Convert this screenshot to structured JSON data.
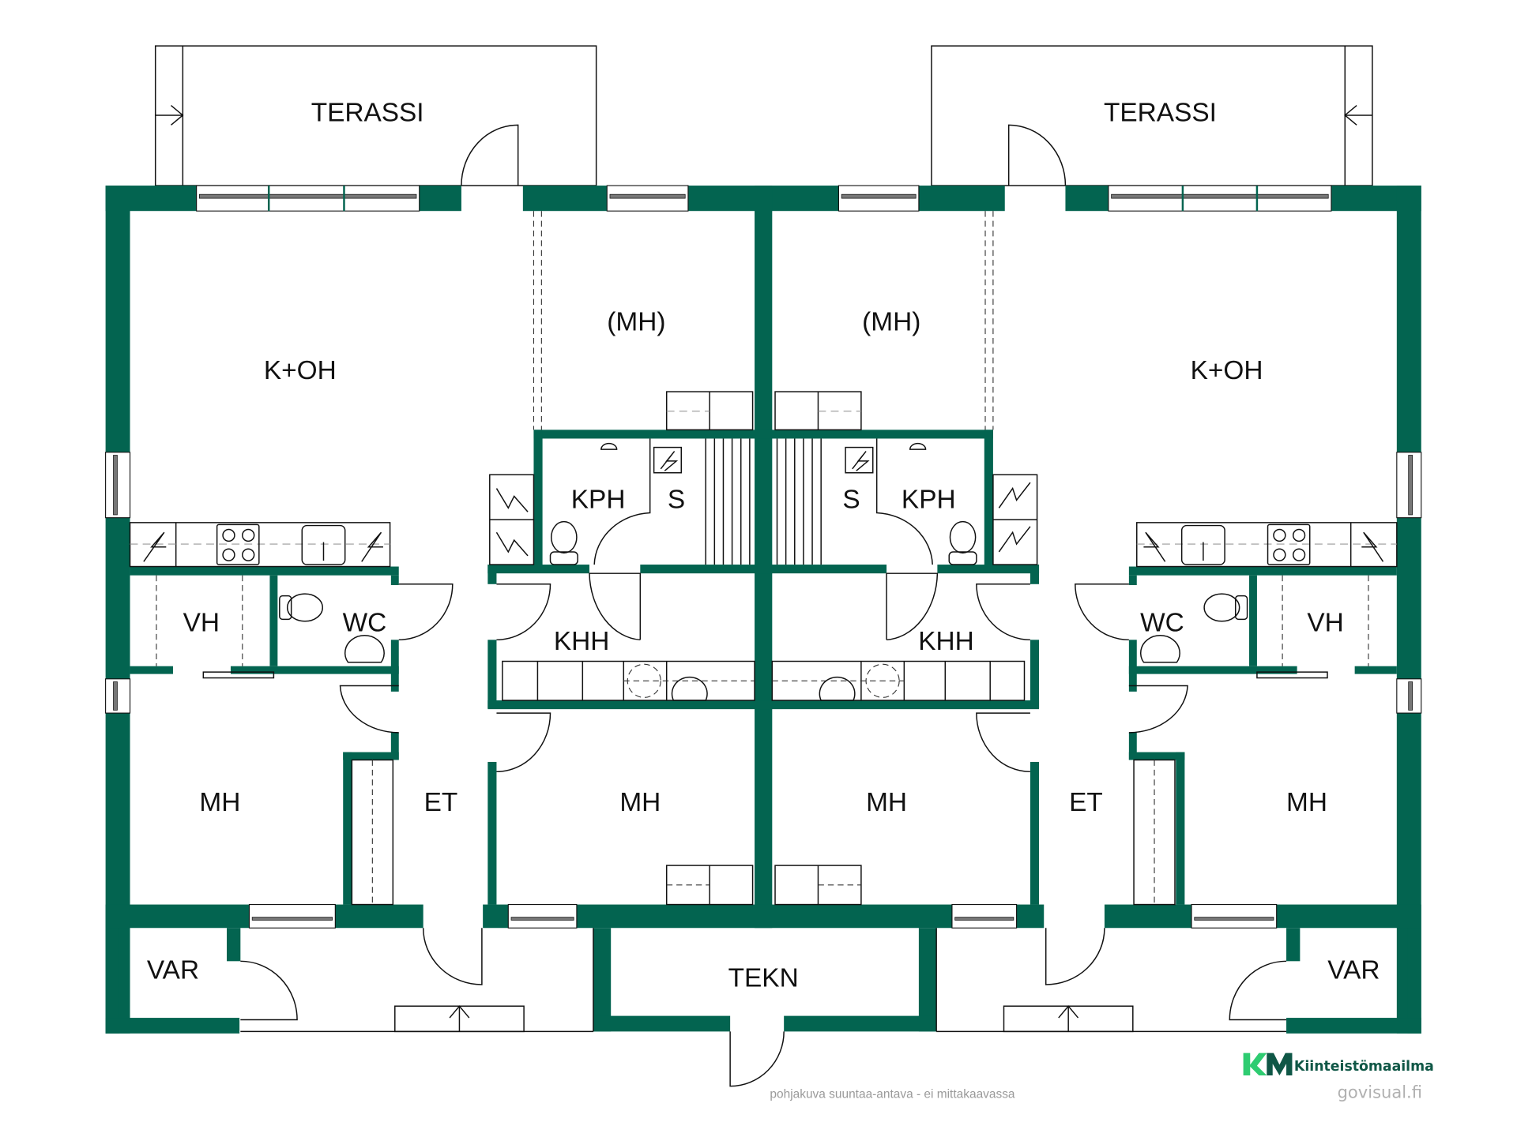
{
  "plan": {
    "wall_color": "#036450",
    "rooms": {
      "left": {
        "terrace": "TERASSI",
        "living_kitchen": "K+OH",
        "bedroom_upper": "(MH)",
        "bathroom": "KPH",
        "sauna": "S",
        "wardrobe": "VH",
        "toilet": "WC",
        "utility": "KHH",
        "bedroom_left": "MH",
        "hall": "ET",
        "bedroom_right": "MH",
        "storage": "VAR"
      },
      "right": {
        "terrace": "TERASSI",
        "living_kitchen": "K+OH",
        "bedroom_upper": "(MH)",
        "bathroom": "KPH",
        "sauna": "S",
        "wardrobe": "VH",
        "toilet": "WC",
        "utility": "KHH",
        "bedroom_left": "MH",
        "hall": "ET",
        "bedroom_right": "MH",
        "storage": "VAR"
      },
      "technical": "TEKN"
    },
    "disclaimer": "pohjakuva suuntaa-antava - ei mittakaavassa"
  },
  "branding": {
    "logo_mark": "KM",
    "logo_name": "Kiinteistömaailma",
    "website": "govisual.fi",
    "logo_colors": {
      "dark": "#0f5746",
      "light": "#2ecc71"
    }
  }
}
